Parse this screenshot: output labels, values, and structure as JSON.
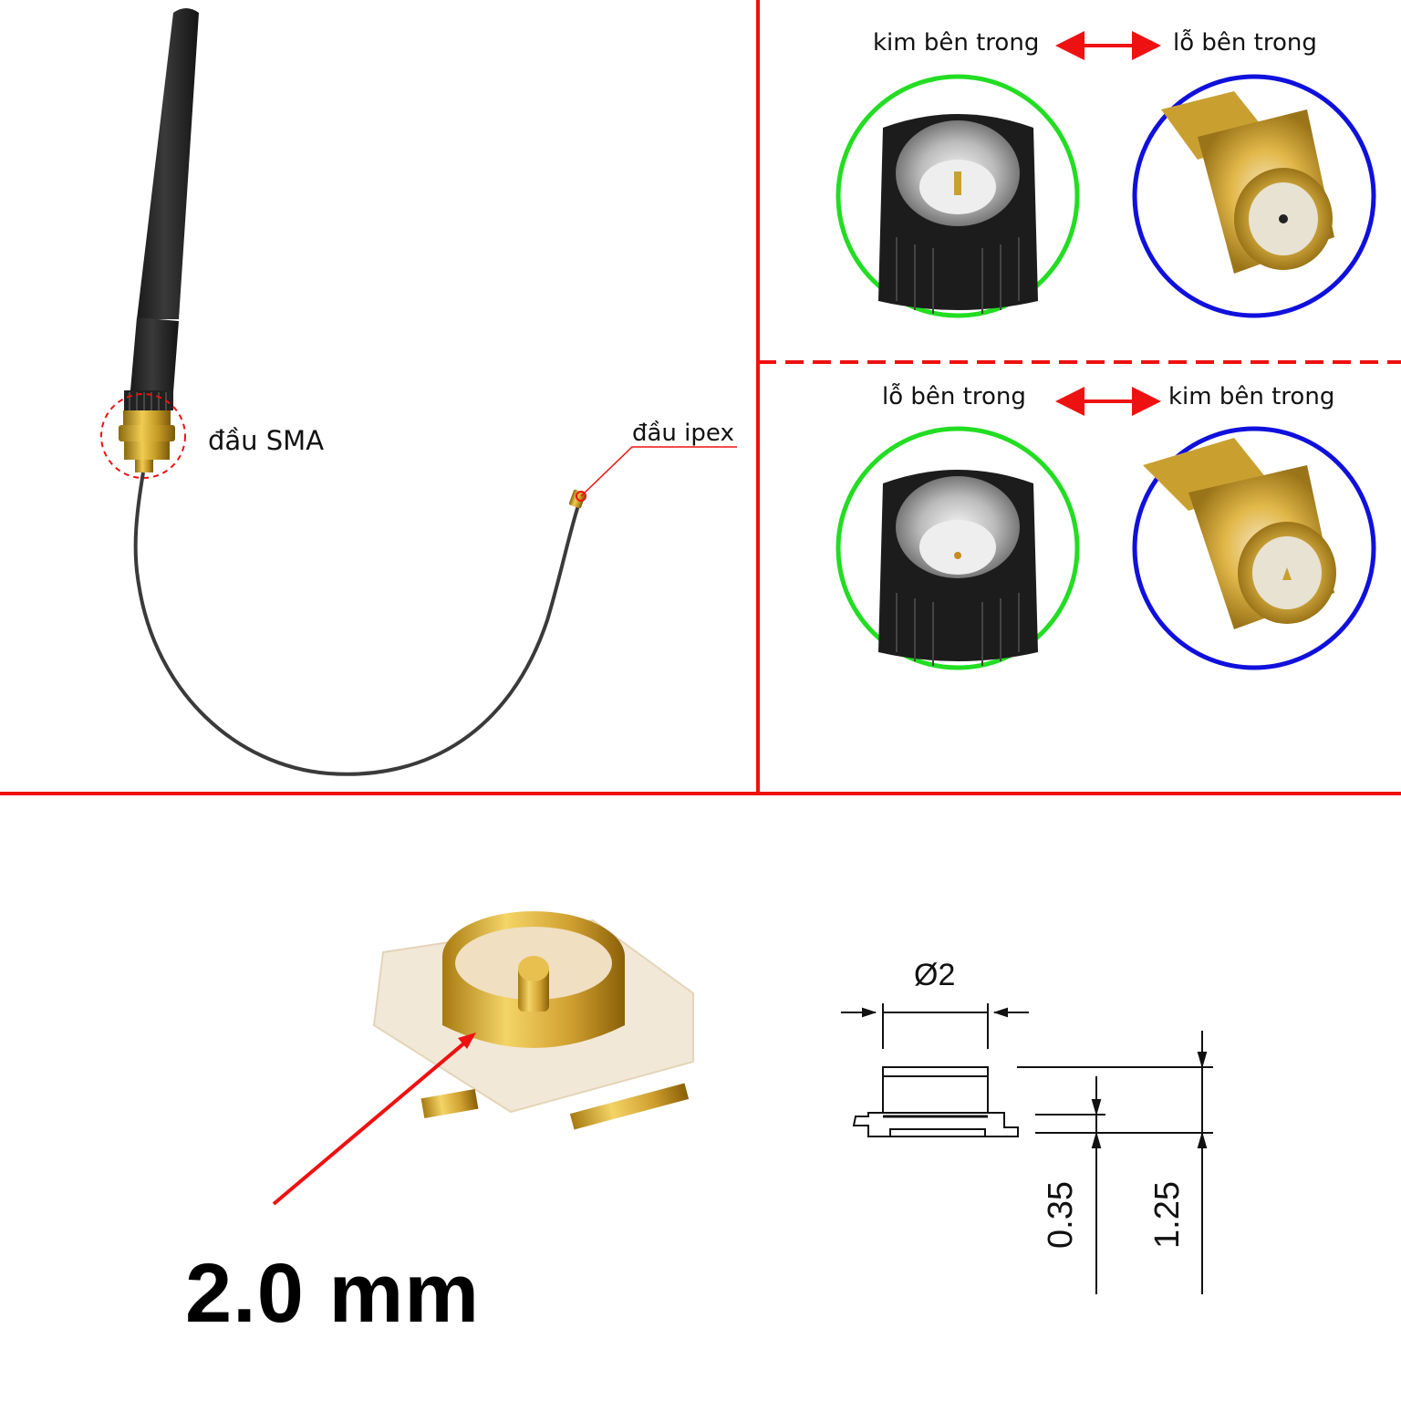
{
  "panels": {
    "antenna": {
      "sma_label": "đầu SMA",
      "ipex_label": "đầu ipex"
    },
    "top_right": {
      "left_label": "kim bên trong",
      "right_label": "lỗ bên trong",
      "left_circle_color": "#22dd22",
      "right_circle_color": "#1010dd"
    },
    "mid_right": {
      "left_label": "lỗ bên trong",
      "right_label": "kim bên trong",
      "left_circle_color": "#22dd22",
      "right_circle_color": "#1010dd"
    },
    "bottom": {
      "size_label": "2.0 mm",
      "drawing": {
        "diameter": "Ø2",
        "dim_small": "0.35",
        "dim_large": "1.25"
      }
    }
  },
  "colors": {
    "divider": "#ee1111",
    "arrow": "#ee1111"
  }
}
